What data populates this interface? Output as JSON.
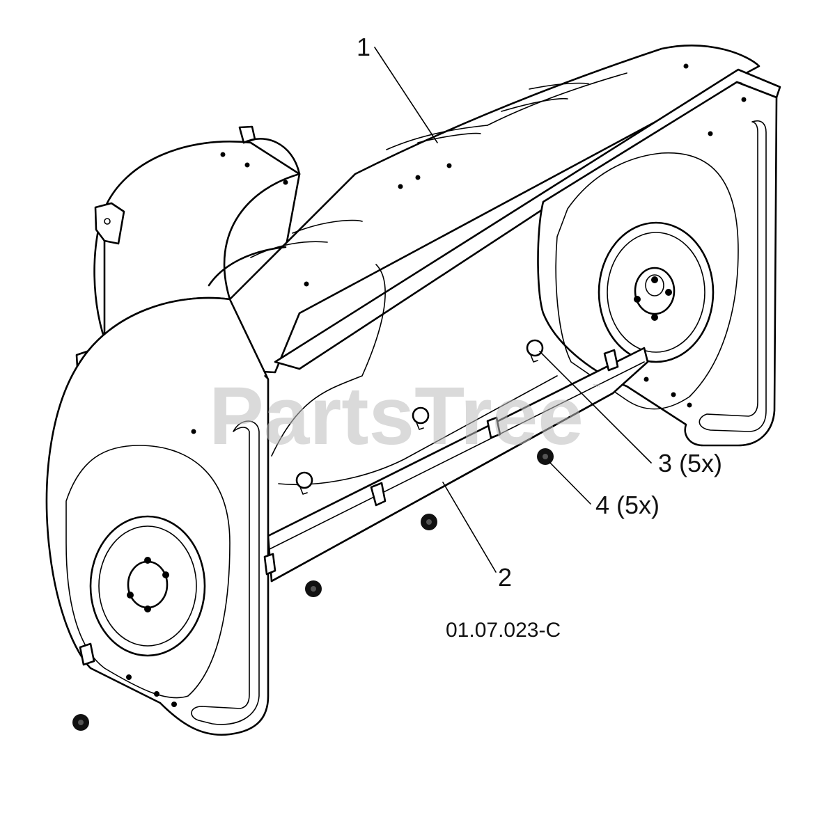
{
  "watermark": {
    "text": "PartsTree",
    "trademark": "™"
  },
  "callouts": [
    {
      "id": "1",
      "label": "1"
    },
    {
      "id": "2",
      "label": "2"
    },
    {
      "id": "3",
      "label": "3 (5x)"
    },
    {
      "id": "4",
      "label": "4 (5x)"
    }
  ],
  "reference_code": "01.07.023-C"
}
